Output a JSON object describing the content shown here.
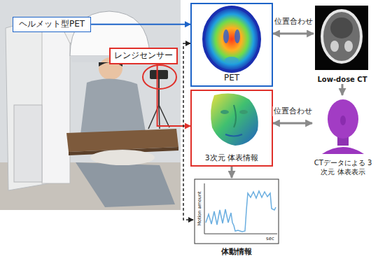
{
  "diagram": {
    "nodes": [
      {
        "text": [
          "ヘルメット型PET"
        ]
      },
      {
        "text": [
          "レンジセンサー"
        ]
      },
      {
        "text": [
          "PET"
        ]
      },
      {
        "text": [
          "3次元 体表情報"
        ]
      },
      {
        "text": [
          "Low-dose CT"
        ]
      },
      {
        "text": [
          "CTデータによる 3次元 体表表示"
        ]
      },
      {
        "text": [
          "体動情報"
        ]
      }
    ],
    "edges": [
      {
        "from": 0,
        "to": 2,
        "arrow": "to"
      },
      {
        "from": 1,
        "to": 3,
        "arrow": "to"
      },
      {
        "from": 2,
        "to": 4,
        "arrow": "both",
        "label": "位置合わせ"
      },
      {
        "from": 3,
        "to": 5,
        "arrow": "both",
        "label": "位置合わせ"
      },
      {
        "from": 4,
        "to": 5,
        "arrow": "to"
      },
      {
        "from": 3,
        "to": 6,
        "arrow": "to"
      },
      {
        "from": 2,
        "to": 6,
        "arrow": "both"
      }
    ],
    "labels": [
      "Motion amount",
      "sec"
    ]
  }
}
